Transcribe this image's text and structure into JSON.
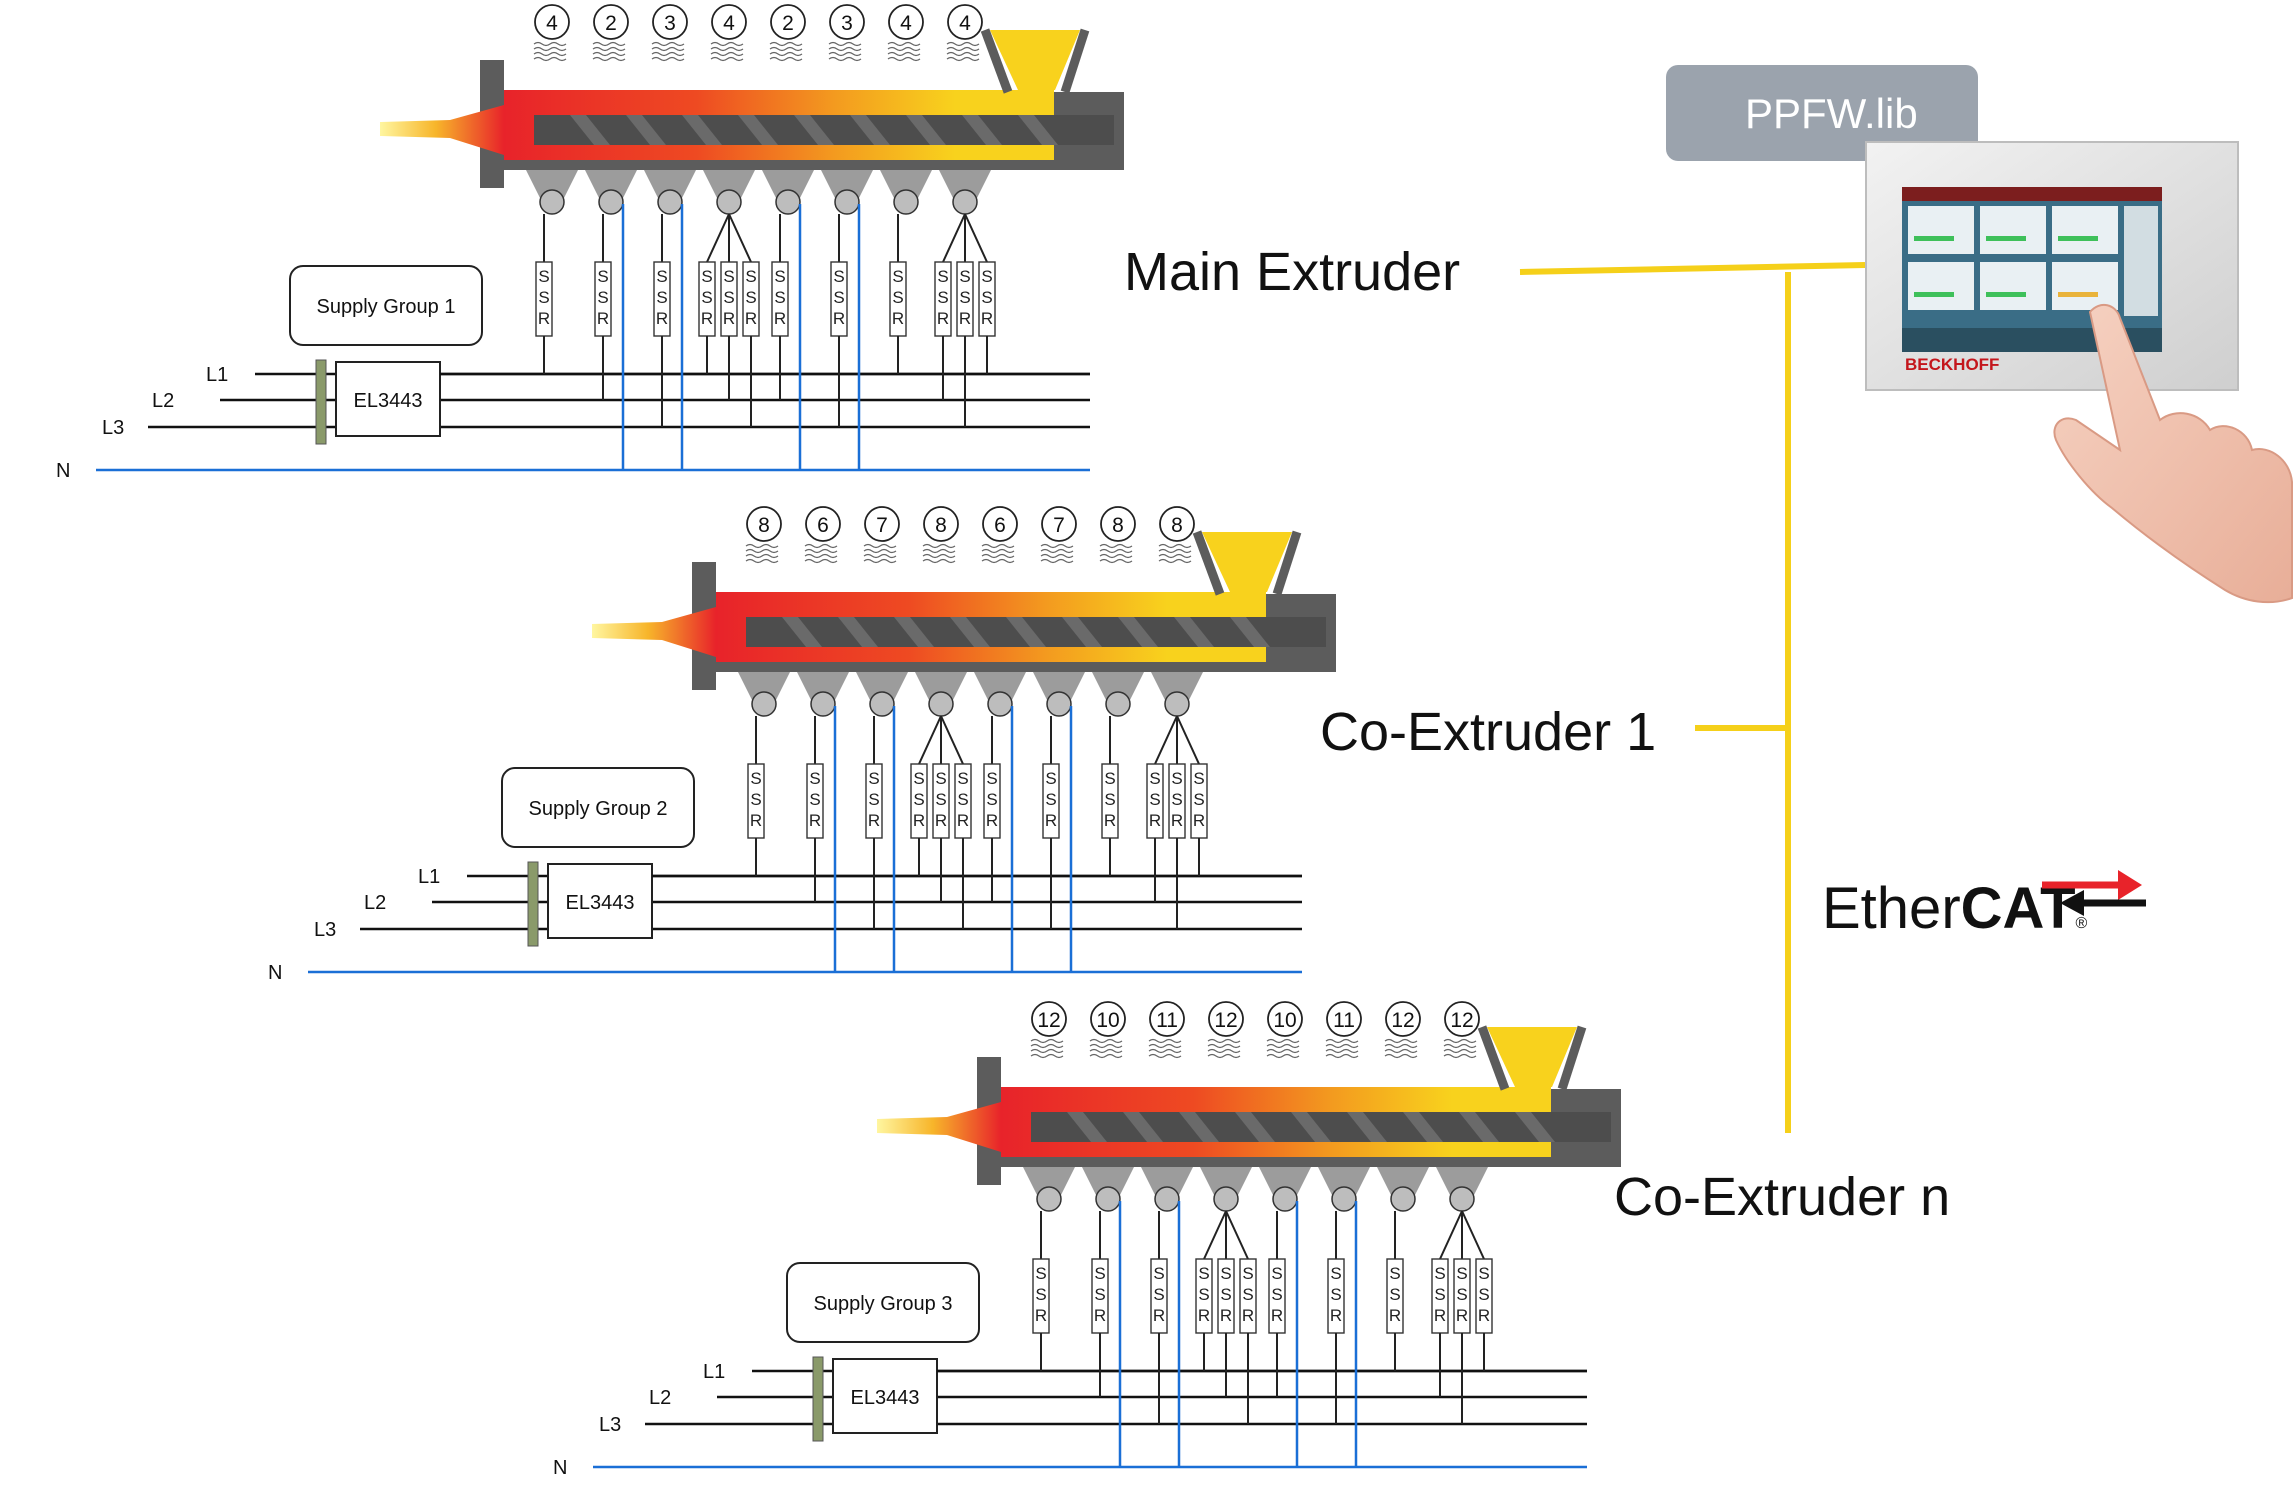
{
  "hmi": {
    "library_label": "PPFW.lib",
    "brand": "BECKHOFF"
  },
  "network": {
    "protocol_prefix": "Ether",
    "protocol_suffix": "CAT",
    "registered": "®",
    "bus_color": "#f5d01a"
  },
  "colors": {
    "phase_line": "#111111",
    "neutral_line": "#1a6fd6",
    "hot": "#e8232a",
    "warm": "#f39a1f",
    "cool": "#f8d21d",
    "barrel": "#5c5c5c"
  },
  "extruders": [
    {
      "title": "Main Extruder",
      "supply_group": "Supply Group 1",
      "terminal": "EL3443",
      "phases": [
        "L1",
        "L2",
        "L3"
      ],
      "neutral": "N",
      "zones": [
        "4",
        "2",
        "3",
        "4",
        "2",
        "3",
        "4",
        "4"
      ],
      "ssr_text": "S S R"
    },
    {
      "title": "Co-Extruder 1",
      "supply_group": "Supply Group 2",
      "terminal": "EL3443",
      "phases": [
        "L1",
        "L2",
        "L3"
      ],
      "neutral": "N",
      "zones": [
        "8",
        "6",
        "7",
        "8",
        "6",
        "7",
        "8",
        "8"
      ],
      "ssr_text": "S S R"
    },
    {
      "title": "Co-Extruder n",
      "supply_group": "Supply Group 3",
      "terminal": "EL3443",
      "phases": [
        "L1",
        "L2",
        "L3"
      ],
      "neutral": "N",
      "zones": [
        "12",
        "10",
        "11",
        "12",
        "10",
        "11",
        "12",
        "12"
      ],
      "ssr_text": "S S R"
    }
  ]
}
